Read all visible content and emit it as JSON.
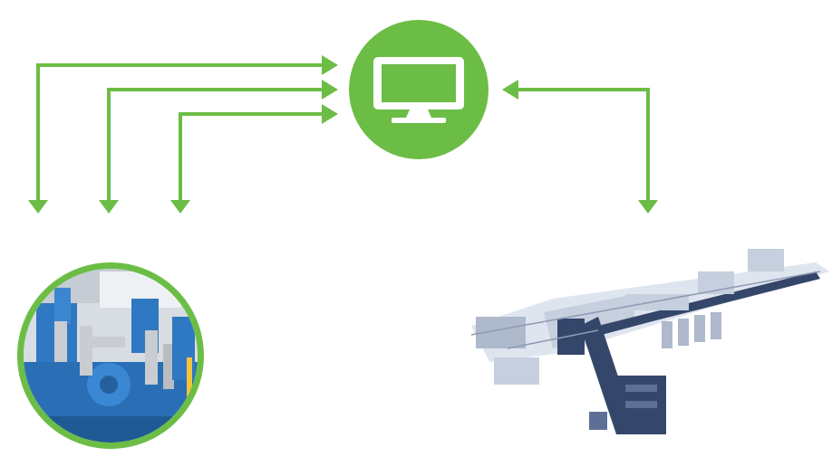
{
  "colors": {
    "accent": "#6cbd45",
    "machine_blue": "#2f78c2",
    "metal": "#c9ccd0",
    "plant_navy": "#34466a",
    "plant_light": "#dfe5ef"
  },
  "nodes": {
    "monitor": {
      "icon": "monitor-icon"
    },
    "compressor": {
      "icon": "compressor-machinery-photo"
    },
    "plant": {
      "icon": "industrial-plant-3d-model"
    }
  },
  "connections": [
    {
      "from": "compressor-1",
      "to": "monitor",
      "bidirectional": true
    },
    {
      "from": "compressor-2",
      "to": "monitor",
      "bidirectional": true
    },
    {
      "from": "compressor-3",
      "to": "monitor",
      "bidirectional": true
    },
    {
      "from": "plant",
      "to": "monitor",
      "bidirectional": true
    }
  ]
}
